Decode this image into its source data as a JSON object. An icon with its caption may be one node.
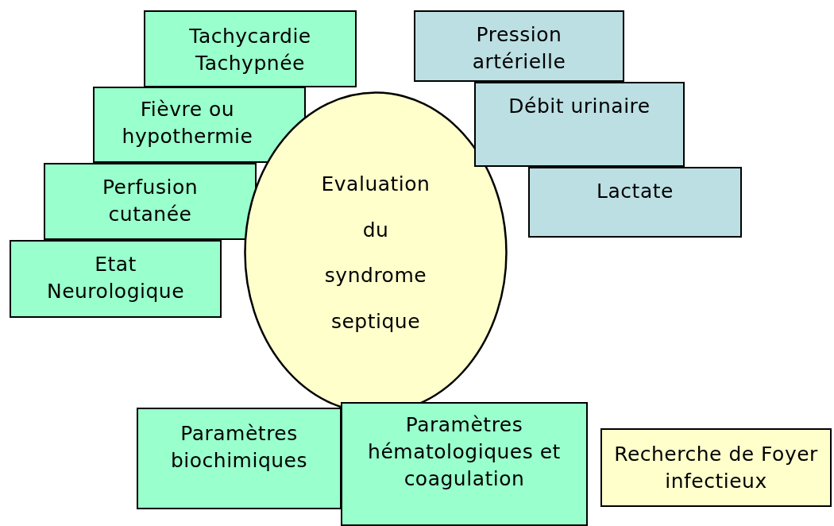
{
  "diagram": {
    "nodes": [
      {
        "text": [
          "Tachycardie Tachypnée"
        ]
      },
      {
        "text": [
          "Fièvre ou hypothermie"
        ]
      },
      {
        "text": [
          "Perfusion cutanée"
        ]
      },
      {
        "text": [
          "Etat Neurologique"
        ]
      },
      {
        "text": [
          "Pression artérielle"
        ]
      },
      {
        "text": [
          "Débit urinaire"
        ]
      },
      {
        "text": [
          "Lactate"
        ]
      },
      {
        "text": [
          "Evaluation du syndrome septique"
        ]
      },
      {
        "text": [
          "Paramètres biochimiques"
        ]
      },
      {
        "text": [
          "Paramètres hématologiques et coagulation"
        ]
      },
      {
        "text": [
          "Recherche de Foyer infectieux"
        ]
      }
    ]
  }
}
